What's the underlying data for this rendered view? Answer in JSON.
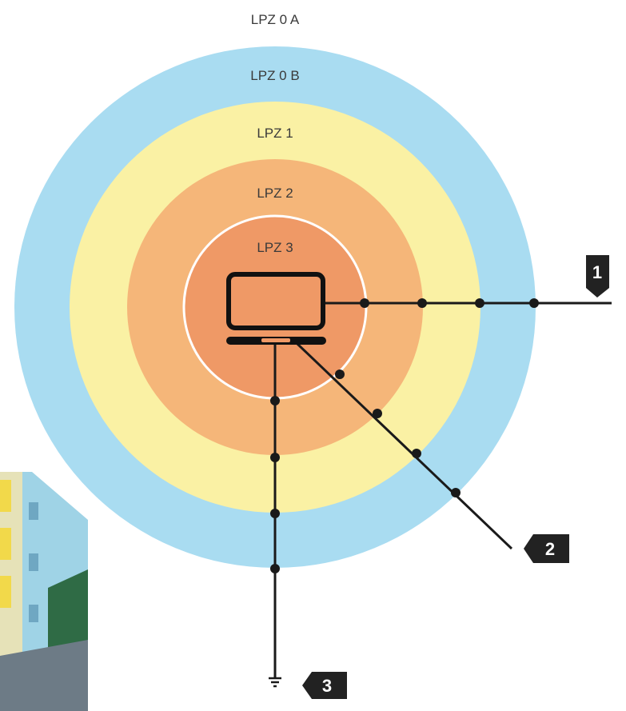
{
  "zones": [
    {
      "id": "lpz0a",
      "label": "LPZ 0 A"
    },
    {
      "id": "lpz0b",
      "label": "LPZ 0 B",
      "color": "#a9dcf1"
    },
    {
      "id": "lpz1",
      "label": "LPZ 1",
      "color": "#faf1a4"
    },
    {
      "id": "lpz2",
      "label": "LPZ 2",
      "color": "#f5b679"
    },
    {
      "id": "lpz3",
      "label": "LPZ 3",
      "color": "#ef9966"
    }
  ],
  "callouts": [
    {
      "id": "power-line",
      "number": "1"
    },
    {
      "id": "data-line",
      "number": "2"
    },
    {
      "id": "earthing",
      "number": "3"
    }
  ],
  "device": {
    "icon": "laptop-icon"
  },
  "colors": {
    "line": "#1a1a1a",
    "callout_bg": "#222222",
    "zone_border": "#ffffff"
  }
}
